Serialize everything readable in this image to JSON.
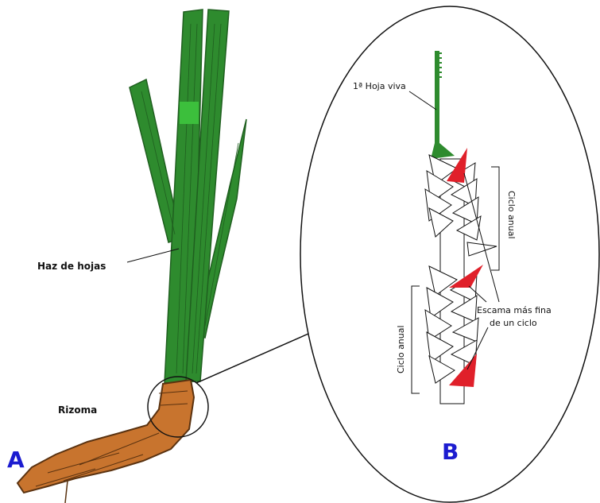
{
  "colors": {
    "leaf": "#2e8b2e",
    "leaf_dark": "#1f5f1f",
    "rhizome": "#c8742e",
    "rhizome_dark": "#5a3210",
    "scale_red": "#e0202a",
    "panel_letter": "#1c1cd0",
    "line": "#111111"
  },
  "panel_a": {
    "letter": "A",
    "labels": {
      "leaf_bundle": "Haz de hojas",
      "rhizome": "Rizoma"
    }
  },
  "panel_b": {
    "letter": "B",
    "labels": {
      "first_live_leaf": "1ª Hoja viva",
      "annual_cycle_top": "Ciclo anual",
      "annual_cycle_bottom": "Ciclo anual",
      "thinnest_scale_line1": "Escama más fina",
      "thinnest_scale_line2": "de un ciclo"
    }
  }
}
